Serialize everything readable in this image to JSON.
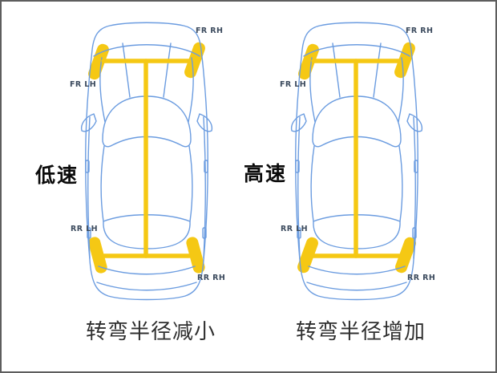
{
  "figure": {
    "background": "#ffffff",
    "frame_border_color": "#5e5e5e",
    "car_outline_color": "#6b9ce0",
    "wheel_highlight_color": "#f5c814",
    "wheel_label_color": "#3c4b5e",
    "caption_color": "#2f2f2f",
    "speed_label_color": "#0b0b0b"
  },
  "panels": [
    {
      "speed_label": "低速",
      "caption": "转弯半径减小",
      "wheel_labels": {
        "fr_rh": "FR RH",
        "fr_lh": "FR LH",
        "rr_lh": "RR LH",
        "rr_rh": "RR RH"
      }
    },
    {
      "speed_label": "高速",
      "caption": "转弯半径增加",
      "wheel_labels": {
        "fr_rh": "FR RH",
        "fr_lh": "FR LH",
        "rr_lh": "RR LH",
        "rr_rh": "RR RH"
      }
    }
  ]
}
